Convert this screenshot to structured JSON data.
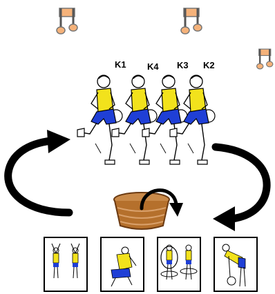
{
  "runner_labels": [
    "K1",
    "K4",
    "K3",
    "K2"
  ],
  "icons": {
    "music_notes": [
      "music-note-icon",
      "music-note-icon",
      "music-note-icon"
    ],
    "basket": "basket-icon",
    "arrows": [
      "curved-arrow-left-icon",
      "curved-arrow-right-icon",
      "curved-arrow-down-icon"
    ]
  },
  "exercise_panels": [
    {
      "name": "arm-raise-exercise"
    },
    {
      "name": "crouch-jump-exercise"
    },
    {
      "name": "hula-hoop-exercise"
    },
    {
      "name": "ball-bend-exercise"
    }
  ],
  "colors": {
    "shirt": "#f2e21c",
    "shorts": "#1f3fd6",
    "note_fill": "#f5b27a",
    "basket": "#b5702c"
  }
}
